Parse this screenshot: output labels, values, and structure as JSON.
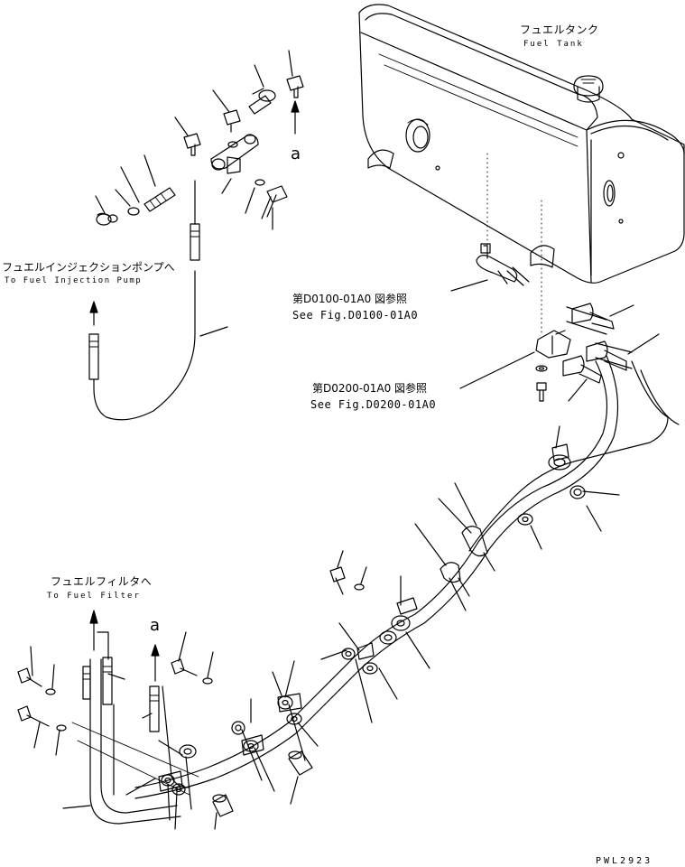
{
  "labels": {
    "fuel_tank_jp": "フュエルタンク",
    "fuel_tank_en": "Fuel Tank",
    "injection_pump_jp": "フュエルインジェクションポンプへ",
    "injection_pump_en": "To Fuel Injection Pump",
    "fuel_filter_jp": "フュエルフィルタへ",
    "fuel_filter_en": "To Fuel Filter",
    "ref1_jp": "第D0100-01A0 図参照",
    "ref1_en": "See Fig.D0100-01A0",
    "ref2_jp": "第D0200-01A0 図参照",
    "ref2_en": "See Fig.D0200-01A0",
    "connector_a_top": "a",
    "connector_a_bottom": "a",
    "drawing_code": "PWL2923"
  }
}
